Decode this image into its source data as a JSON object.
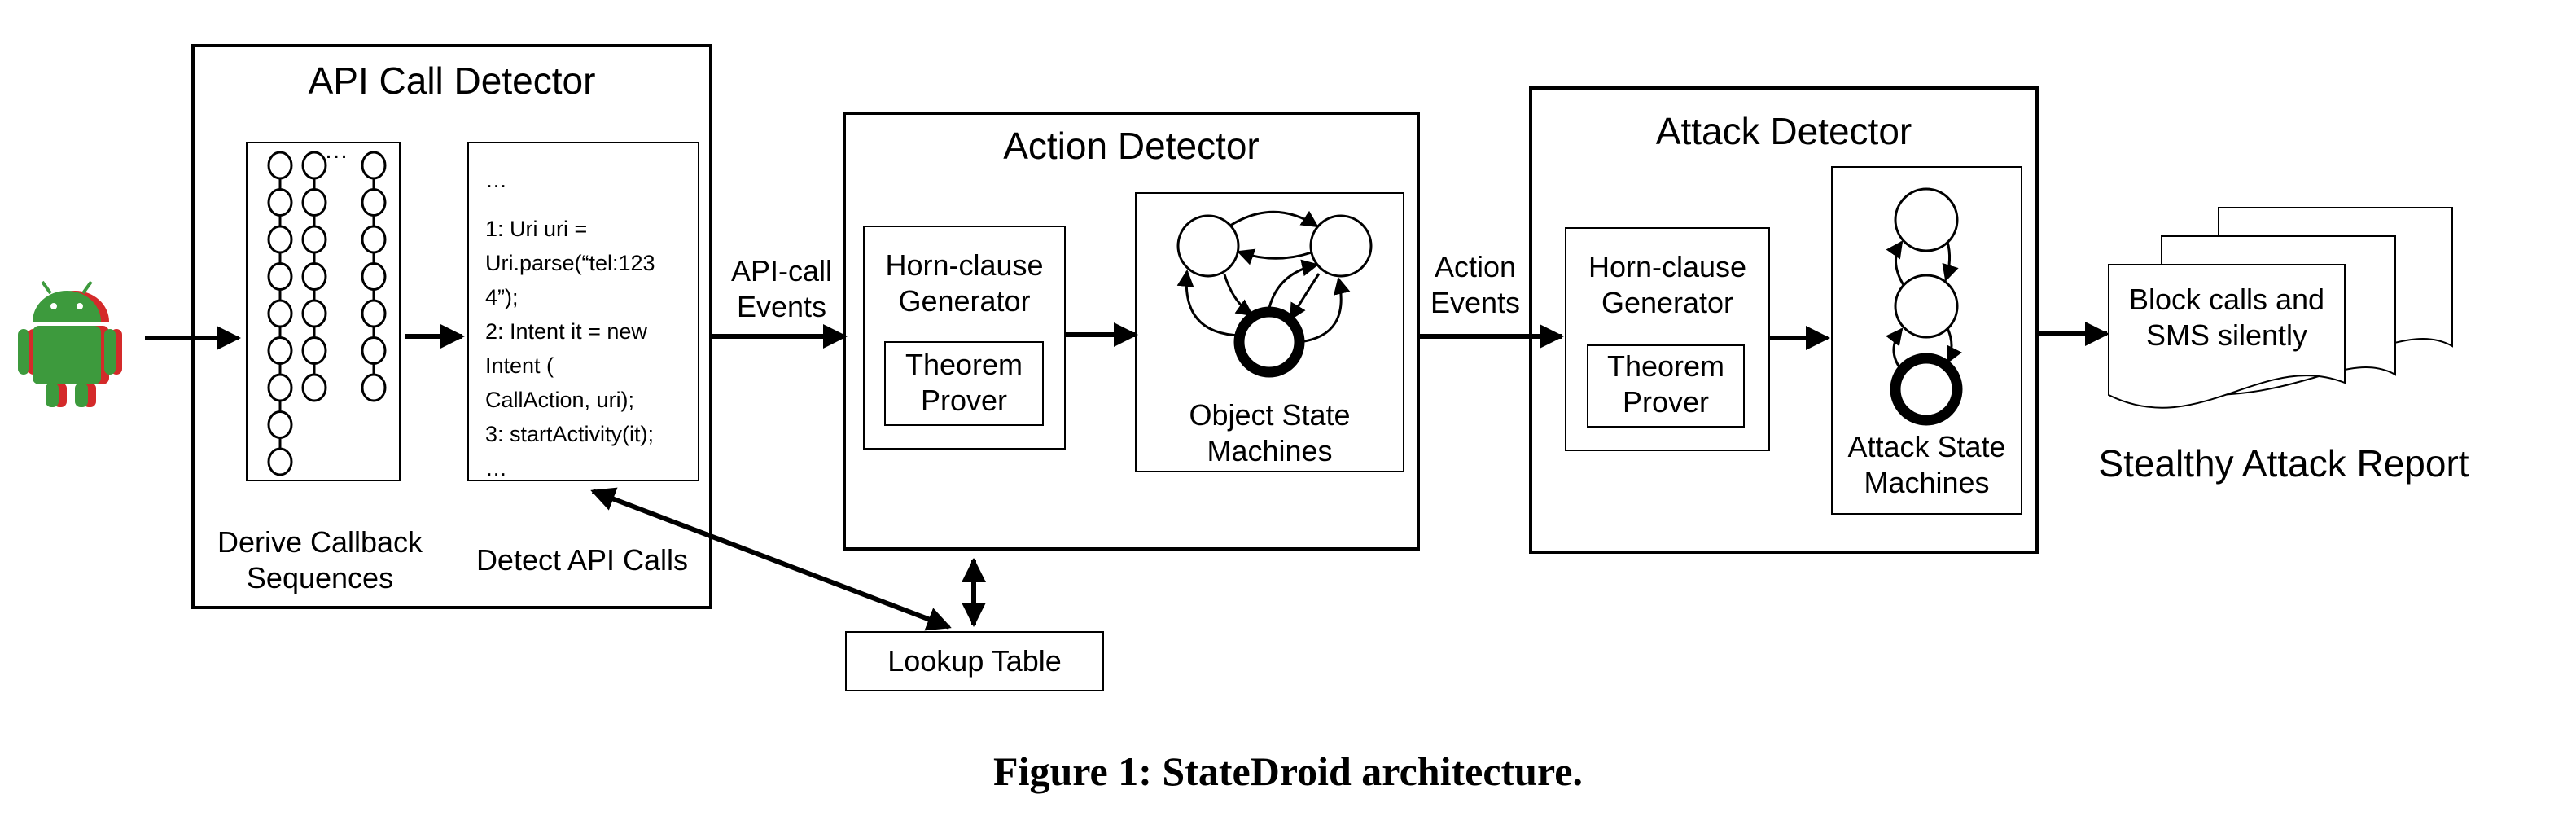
{
  "api_detector": {
    "title": "API Call Detector",
    "derive_label": [
      "Derive Callback",
      "Sequences"
    ],
    "detect_label": "Detect API Calls",
    "ellipsis": "…",
    "code_lines": [
      "…",
      "1: Uri uri =",
      "Uri.parse(“tel:123",
      "4”);",
      "2: Intent it = new",
      "Intent (",
      "CallAction, uri);",
      "3: startActivity(it);",
      "…"
    ]
  },
  "edge_api_events": [
    "API-call",
    "Events"
  ],
  "action_detector": {
    "title": "Action Detector",
    "generator": [
      "Horn-clause",
      "Generator"
    ],
    "prover": [
      "Theorem",
      "Prover"
    ],
    "machines": [
      "Object State",
      "Machines"
    ]
  },
  "edge_action_events": [
    "Action",
    "Events"
  ],
  "lookup_table": "Lookup Table",
  "attack_detector": {
    "title": "Attack Detector",
    "generator": [
      "Horn-clause",
      "Generator"
    ],
    "prover": [
      "Theorem",
      "Prover"
    ],
    "machines": [
      "Attack State",
      "Machines"
    ]
  },
  "report": {
    "doc_text": [
      "Block calls and",
      "SMS silently"
    ],
    "title": "Stealthy Attack Report"
  },
  "caption": "Figure 1: StateDroid architecture.",
  "colors": {
    "android_green": "#3d9a3d",
    "android_red": "#d42a2a",
    "stroke": "#000000"
  }
}
